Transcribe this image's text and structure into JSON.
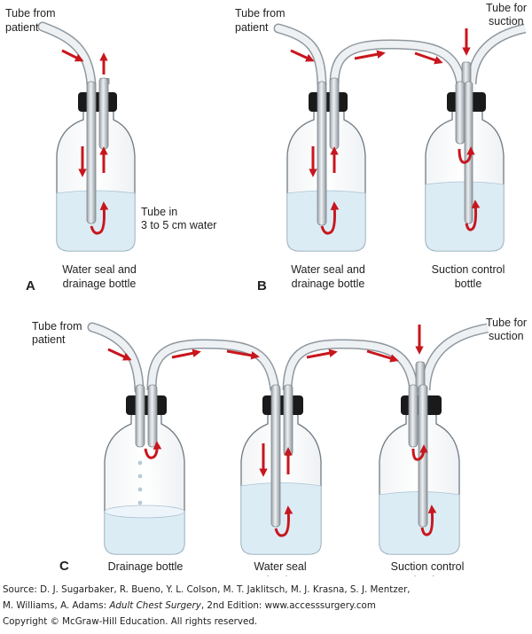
{
  "panel_a": {
    "letter": "A",
    "tube_from_patient": [
      "Tube from",
      "patient"
    ],
    "tube_in_water": [
      "Tube  in",
      "3 to 5 cm water"
    ],
    "caption": [
      "Water seal and",
      "drainage bottle"
    ]
  },
  "panel_b": {
    "letter": "B",
    "tube_from_patient": [
      "Tube from",
      "patient"
    ],
    "tube_for_suction": [
      "Tube for",
      "suction"
    ],
    "caption_left": [
      "Water seal and",
      "drainage bottle"
    ],
    "caption_right": [
      "Suction control",
      "bottle"
    ]
  },
  "panel_c": {
    "letter": "C",
    "tube_from_patient": [
      "Tube from",
      "patient"
    ],
    "tube_for_suction": [
      "Tube for",
      "suction"
    ],
    "caption_drainage": "Drainage bottle",
    "caption_water_seal": [
      "Water seal",
      "bottle"
    ],
    "caption_suction": [
      "Suction control",
      "bottle"
    ]
  },
  "source": {
    "line1": "Source: D. J. Sugarbaker, R. Bueno, Y. L. Colson, M. T. Jaklitsch, M. J. Krasna, S. J. Mentzer,",
    "line2_prefix": "M. Williams, A. Adams: ",
    "line2_title": "Adult Chest Surgery",
    "line2_suffix": ", 2nd Edition: www.accesssurgery.com",
    "line3": "Copyright © McGraw-Hill Education. All rights reserved."
  },
  "colors": {
    "arrow": "#c8161d",
    "water": "#dcecf5",
    "cap": "#1a1a1a",
    "tube": "#c9d1d7"
  }
}
